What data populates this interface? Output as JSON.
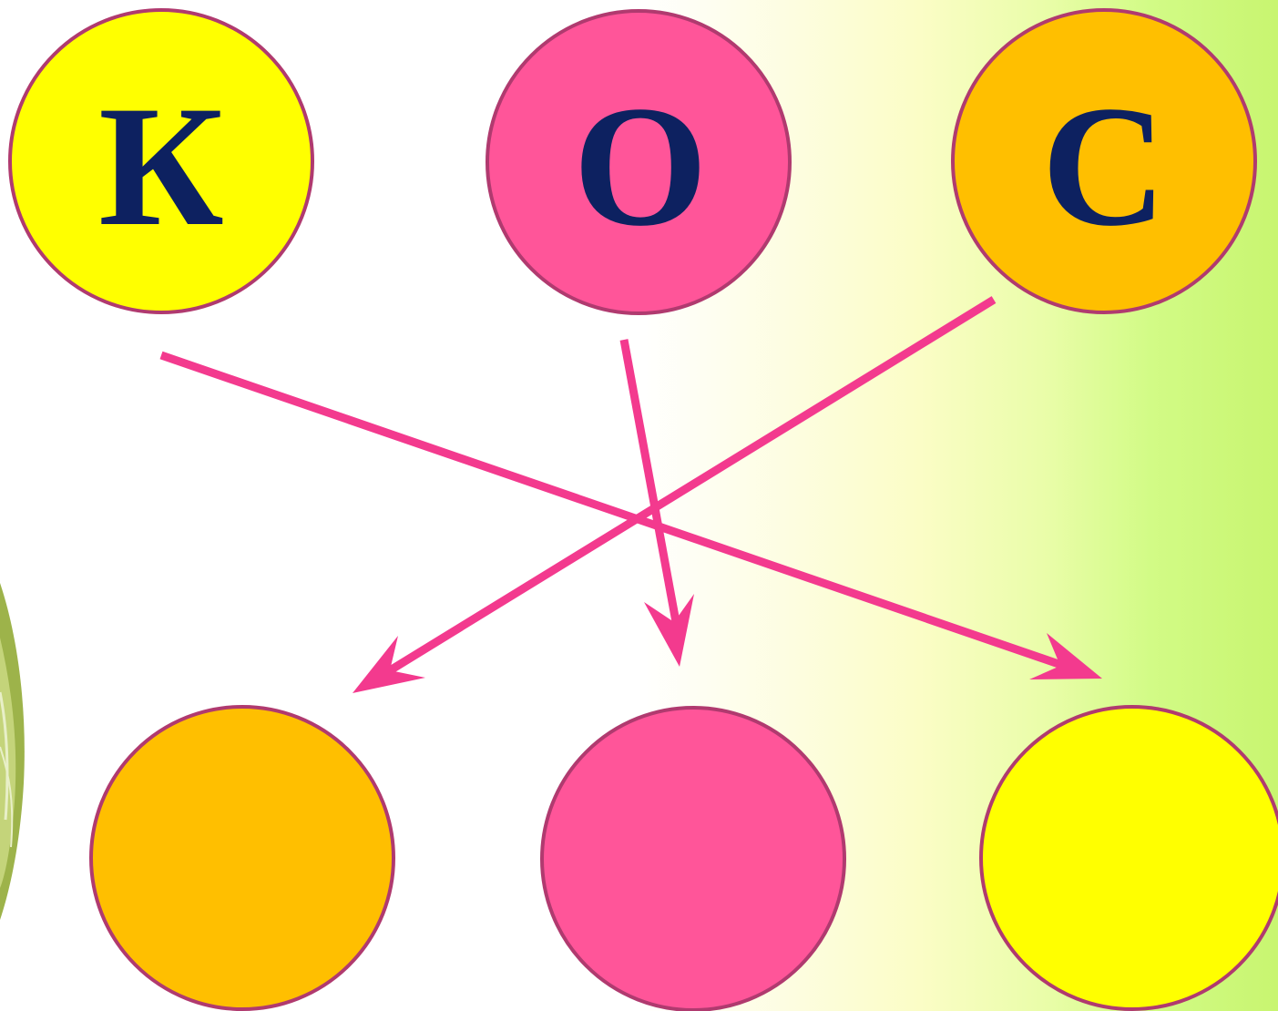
{
  "colors": {
    "yellow": "#ffff00",
    "pink": "#ff5599",
    "orange": "#ffbf00",
    "circle_outline": "#b03a6f",
    "letter": "#0d2160",
    "arrow": "#f33a8e"
  },
  "top_circles": [
    {
      "letter": "К",
      "color": "#ffff00"
    },
    {
      "letter": "О",
      "color": "#ff5599"
    },
    {
      "letter": "С",
      "color": "#ffbf00"
    }
  ],
  "bottom_circles": [
    {
      "color": "#ffbf00"
    },
    {
      "color": "#ff5599"
    },
    {
      "color": "#ffff00"
    }
  ],
  "connections": [
    {
      "from": "К",
      "to_index": 2
    },
    {
      "from": "О",
      "to_index": 1
    },
    {
      "from": "С",
      "to_index": 0
    }
  ]
}
